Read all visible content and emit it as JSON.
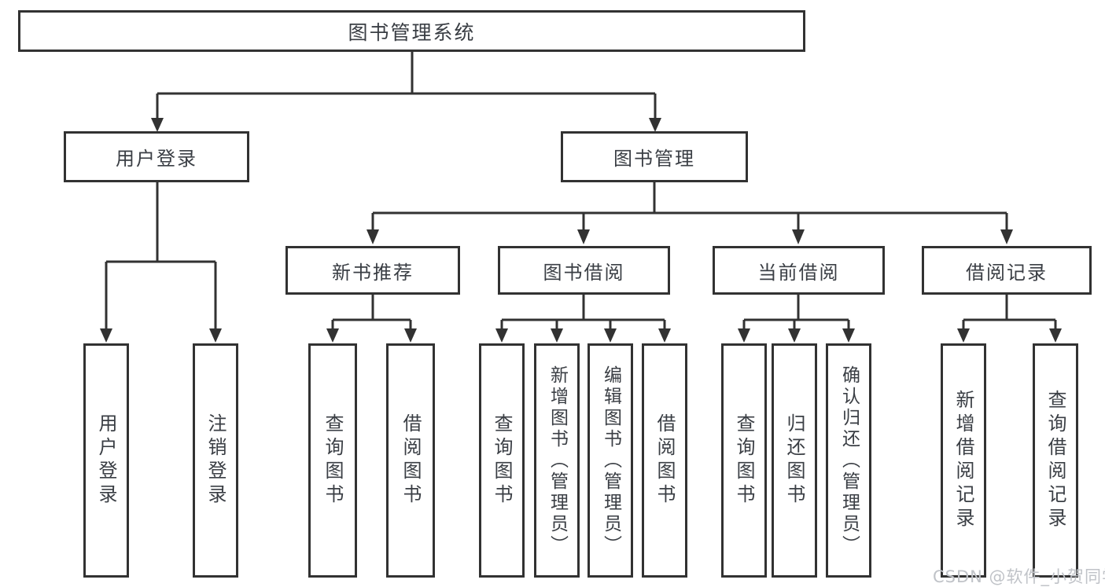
{
  "root": {
    "label": "图书管理系统"
  },
  "level2": {
    "user_login": "用户登录",
    "book_management": "图书管理"
  },
  "level3": {
    "new_book_recommend": "新书推荐",
    "book_borrowing": "图书借阅",
    "current_borrowing": "当前借阅",
    "borrowing_records": "借阅记录"
  },
  "leaves": {
    "g1": [
      "用户登录",
      "注销登录"
    ],
    "g2": [
      "查询图书",
      "借阅图书"
    ],
    "g3": [
      "查询图书",
      "新增图书（管理员）",
      "编辑图书（管理员）",
      "借阅图书"
    ],
    "g4": [
      "查询图书",
      "归还图书",
      "确认归还（管理员）"
    ],
    "g5": [
      "新增借阅记录",
      "查询借阅记录"
    ]
  },
  "watermark": "CSDN @软件_小贺同学",
  "colors": {
    "line": "#323232",
    "text": "#3a3e44",
    "watermark": "#c0c3c8",
    "background": "#ffffff"
  }
}
